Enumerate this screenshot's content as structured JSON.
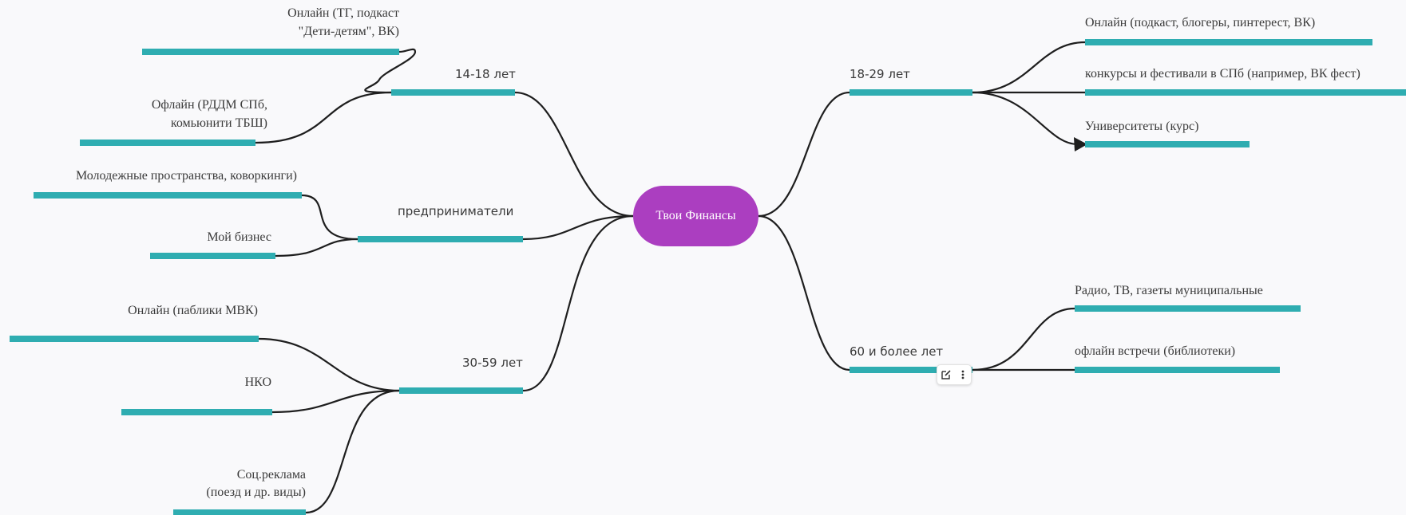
{
  "colors": {
    "bar": "#2fadb1",
    "edge": "#1e1e1e",
    "root_fill": "#ab3ec0",
    "root_text": "#ffffff",
    "text": "#3a3a3a",
    "background": "#f9f9fb"
  },
  "mindmap": {
    "root": "Твои Финансы",
    "branches": {
      "b1418": {
        "label": "14-18 лет",
        "children": [
          "Онлайн (ТГ, подкаст",
          "\"Дети-детям\", ВК)",
          "Офлайн (РДДМ СПб,",
          "комьюнити ТБШ)"
        ]
      },
      "predp": {
        "label": "предприниматели",
        "children": [
          "Молодежные пространства, коворкинги)",
          "Мой бизнес"
        ]
      },
      "b3059": {
        "label": "30-59 лет",
        "children": [
          "Онлайн (паблики МВК)",
          "НКО",
          "Соц.реклама",
          "(поезд и др. виды)"
        ]
      },
      "b1829": {
        "label": "18-29 лет",
        "children": [
          "Онлайн (подкаст, блогеры, пинтерест, ВК)",
          "конкурсы и фестивали в СПб (например, ВК фест)",
          "Университеты (курс)"
        ]
      },
      "b60": {
        "label": "60 и более лет",
        "children": [
          "Радио, ТВ, газеты муниципальные",
          "офлайн встречи (библиотеки)"
        ]
      }
    }
  },
  "toolbar": {
    "icons": [
      "edit-icon",
      "more-vertical-icon"
    ]
  }
}
